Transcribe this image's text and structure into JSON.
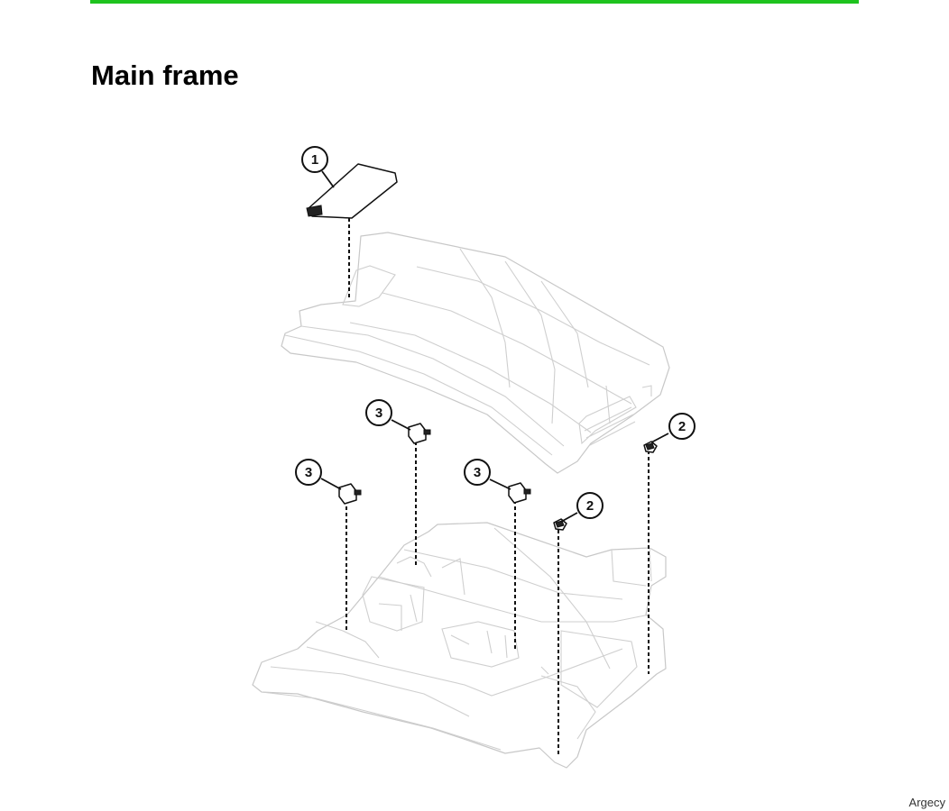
{
  "page": {
    "title": "Main frame",
    "accent_color": "#1ec31e",
    "watermark": "Argecy"
  },
  "callouts": [
    {
      "id": "c1",
      "label": "1"
    },
    {
      "id": "c2a",
      "label": "2"
    },
    {
      "id": "c2b",
      "label": "2"
    },
    {
      "id": "c3a",
      "label": "3"
    },
    {
      "id": "c3b",
      "label": "3"
    },
    {
      "id": "c3c",
      "label": "3"
    }
  ]
}
